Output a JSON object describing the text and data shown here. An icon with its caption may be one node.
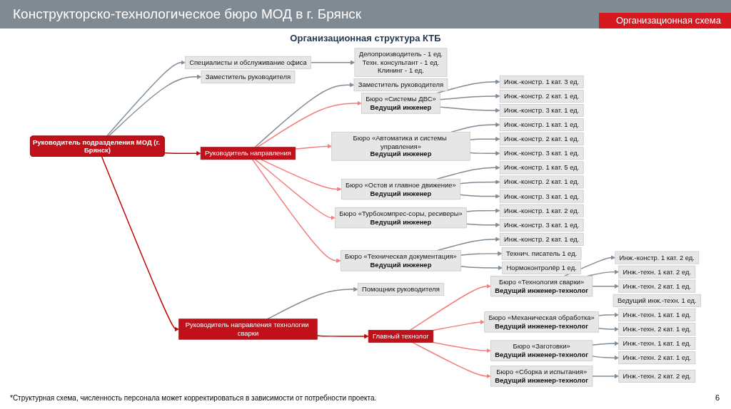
{
  "diagram": {
    "title": "Конструкторско-технологическое бюро МОД в г. Брянск",
    "caption": "*Структурная схема, численность персонала может корректироваться в зависимости от потребности проекта.",
    "labels": [
      "Организационная схема",
      "Организационная структура КТБ",
      "6"
    ],
    "nodes": [
      {
        "text": [
          "Делопроизводитель - 1 ед.",
          "Техн. консультант - 1 ед.",
          "Клининг - 1 ед."
        ]
      },
      {
        "text": [
          "Специалисты и обслуживание офиса"
        ]
      },
      {
        "text": [
          "Руководитель подразделения МОД (г. Брянск)"
        ]
      },
      {
        "text": [
          "Заместитель руководителя"
        ]
      },
      {
        "text": [
          "Заместитель руководителя"
        ]
      },
      {
        "text": [
          "Руководитель направления"
        ]
      },
      {
        "text": [
          "Помощник руководителя"
        ]
      },
      {
        "text": [
          "Руководитель направления технологии сварки"
        ]
      },
      {
        "text": [
          "Главный технолог"
        ]
      },
      {
        "text": [
          "Бюро «Системы ДВС»",
          "Ведущий инженер"
        ]
      },
      {
        "text": [
          "Инж.-констр. 1 кат. 3 ед."
        ]
      },
      {
        "text": [
          "Инж.-констр. 2 кат. 1 ед."
        ]
      },
      {
        "text": [
          "Инж.-констр. 3 кат. 1 ед."
        ]
      },
      {
        "text": [
          "Бюро «Автоматика и системы управления»",
          "Ведущий инженер"
        ]
      },
      {
        "text": [
          "Инж.-констр. 1 кат. 1 ед."
        ]
      },
      {
        "text": [
          "Инж.-констр. 2 кат. 1 ед."
        ]
      },
      {
        "text": [
          "Инж.-констр. 3 кат. 1 ед."
        ]
      },
      {
        "text": [
          "Бюро «Остов и главное движение»",
          "Ведущий инженер"
        ]
      },
      {
        "text": [
          "Инж.-констр. 1 кат. 5 ед."
        ]
      },
      {
        "text": [
          "Инж.-констр. 2 кат. 1 ед."
        ]
      },
      {
        "text": [
          "Инж.-констр. 3 кат. 1 ед."
        ]
      },
      {
        "text": [
          "Бюро «Турбокомпрес-соры, ресиверы»",
          "Ведущий инженер"
        ]
      },
      {
        "text": [
          "Инж.-констр. 1 кат. 2 ед."
        ]
      },
      {
        "text": [
          "Инж.-констр. 3 кат. 1 ед."
        ]
      },
      {
        "text": [
          "Бюро «Техническая документация»",
          "Ведущий инженер"
        ]
      },
      {
        "text": [
          "Инж.-констр. 2 кат. 1 ед."
        ]
      },
      {
        "text": [
          "Технич. писатель 1 ед."
        ]
      },
      {
        "text": [
          "Нормоконтролёр 1 ед."
        ]
      },
      {
        "text": [
          "Бюро «Технология сварки»",
          "Ведущий инженер-технолог"
        ]
      },
      {
        "text": [
          "Инж.-констр. 1 кат. 2 ед."
        ]
      },
      {
        "text": [
          "Инж.-техн. 1 кат. 2 ед."
        ]
      },
      {
        "text": [
          "Инж.-техн. 2 кат. 1 ед."
        ]
      },
      {
        "text": [
          "Ведущий инж.-техн. 1 ед."
        ]
      },
      {
        "text": [
          "Бюро «Механическая обработка»",
          "Ведущий инженер-технолог"
        ]
      },
      {
        "text": [
          "Инж.-техн. 1 кат. 1 ед."
        ]
      },
      {
        "text": [
          "Инж.-техн. 2 кат. 1 ед."
        ]
      },
      {
        "text": [
          "Бюро «Заготовки»",
          "Ведущий инженер-технолог"
        ]
      },
      {
        "text": [
          "Инж.-техн. 1 кат. 1 ед."
        ]
      },
      {
        "text": [
          "Инж.-техн. 2 кат. 1 ед."
        ]
      },
      {
        "text": [
          "Бюро «Сборка и испытания»",
          "Ведущий инженер-технолог"
        ]
      },
      {
        "text": [
          "Инж.-техн. 2 кат. 2 ед."
        ]
      }
    ],
    "edges": [
      {
        "from": 2,
        "to": 1,
        "arrow": "to"
      },
      {
        "from": 1,
        "to": 0,
        "arrow": "to"
      },
      {
        "from": 2,
        "to": 3,
        "arrow": "to"
      },
      {
        "from": 2,
        "to": 5,
        "arrow": "to",
        "color": "#c00000"
      },
      {
        "from": 2,
        "to": 7,
        "arrow": "to",
        "color": "#c00000"
      },
      {
        "from": 5,
        "to": 4,
        "arrow": "to"
      },
      {
        "from": 7,
        "to": 6,
        "arrow": "to"
      },
      {
        "from": 7,
        "to": 8,
        "arrow": "to",
        "color": "#c00000"
      },
      {
        "from": 5,
        "to": 9,
        "arrow": "to",
        "color": "#f47c7c"
      },
      {
        "from": 5,
        "to": 13,
        "arrow": "to",
        "color": "#f47c7c"
      },
      {
        "from": 5,
        "to": 17,
        "arrow": "to",
        "color": "#f47c7c"
      },
      {
        "from": 5,
        "to": 21,
        "arrow": "to",
        "color": "#f47c7c"
      },
      {
        "from": 5,
        "to": 24,
        "arrow": "to",
        "color": "#f47c7c"
      },
      {
        "from": 8,
        "to": 28,
        "arrow": "to",
        "color": "#f47c7c"
      },
      {
        "from": 8,
        "to": 33,
        "arrow": "to",
        "color": "#f47c7c"
      },
      {
        "from": 8,
        "to": 36,
        "arrow": "to",
        "color": "#f47c7c"
      },
      {
        "from": 8,
        "to": 39,
        "arrow": "to",
        "color": "#f47c7c"
      },
      {
        "from": 9,
        "to": 10,
        "arrow": "to"
      },
      {
        "from": 9,
        "to": 11,
        "arrow": "to"
      },
      {
        "from": 9,
        "to": 12,
        "arrow": "to"
      },
      {
        "from": 13,
        "to": 14,
        "arrow": "to"
      },
      {
        "from": 13,
        "to": 15,
        "arrow": "to"
      },
      {
        "from": 13,
        "to": 16,
        "arrow": "to"
      },
      {
        "from": 17,
        "to": 18,
        "arrow": "to"
      },
      {
        "from": 17,
        "to": 19,
        "arrow": "to"
      },
      {
        "from": 17,
        "to": 20,
        "arrow": "to"
      },
      {
        "from": 21,
        "to": 22,
        "arrow": "to"
      },
      {
        "from": 21,
        "to": 23,
        "arrow": "to"
      },
      {
        "from": 24,
        "to": 25,
        "arrow": "to"
      },
      {
        "from": 24,
        "to": 26,
        "arrow": "to"
      },
      {
        "from": 24,
        "to": 27,
        "arrow": "to"
      },
      {
        "from": 28,
        "to": 29,
        "arrow": "to"
      },
      {
        "from": 28,
        "to": 30,
        "arrow": "to"
      },
      {
        "from": 28,
        "to": 31,
        "arrow": "to"
      },
      {
        "from": 33,
        "to": 34,
        "arrow": "to"
      },
      {
        "from": 33,
        "to": 35,
        "arrow": "to"
      },
      {
        "from": 36,
        "to": 37,
        "arrow": "to"
      },
      {
        "from": 36,
        "to": 38,
        "arrow": "to"
      },
      {
        "from": 39,
        "to": 40,
        "arrow": "to"
      }
    ]
  }
}
